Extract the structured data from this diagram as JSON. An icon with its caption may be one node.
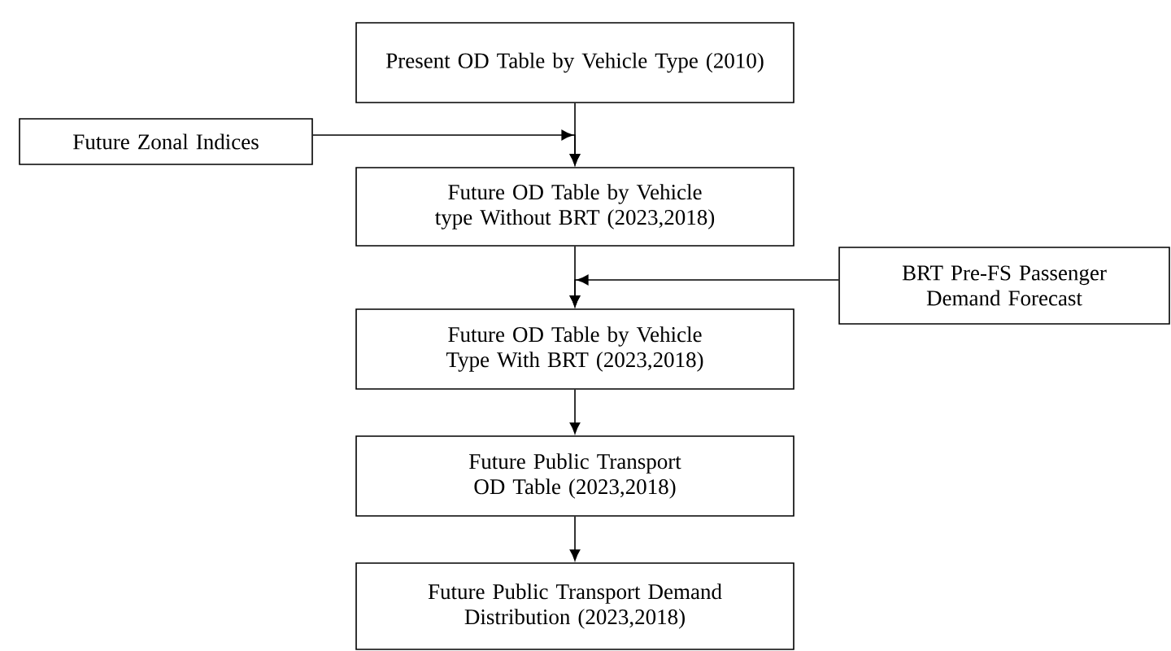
{
  "diagram": {
    "nodes": [
      {
        "text": [
          "Present OD Table by Vehicle Type (2010)"
        ]
      },
      {
        "text": [
          "Future Zonal Indices"
        ]
      },
      {
        "text": [
          "Future OD Table by Vehicle type Without BRT (2023,2018)"
        ]
      },
      {
        "text": [
          "BRT Pre-FS Passenger Demand Forecast"
        ]
      },
      {
        "text": [
          "Future OD Table by Vehicle Type With BRT (2023,2018)"
        ]
      },
      {
        "text": [
          "Future Public Transport OD Table (2023,2018)"
        ]
      },
      {
        "text": [
          "Future Public Transport Demand Distribution (2023,2018)"
        ]
      }
    ],
    "edges": [
      {
        "from": 0,
        "to": 2,
        "arrow": "to"
      },
      {
        "from": 1,
        "to": 2,
        "arrow": "to"
      },
      {
        "from": 2,
        "to": 4,
        "arrow": "to"
      },
      {
        "from": 3,
        "to": 4,
        "arrow": "to"
      },
      {
        "from": 4,
        "to": 5,
        "arrow": "to"
      },
      {
        "from": 5,
        "to": 6,
        "arrow": "to"
      }
    ]
  }
}
